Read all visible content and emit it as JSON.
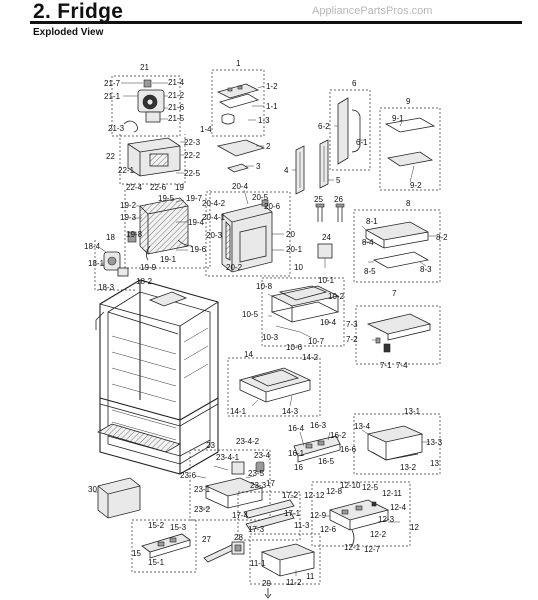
{
  "header": {
    "title": "2.  Fridge",
    "watermark": "AppliancePartsPros.com",
    "subtitle": "Exploded View"
  },
  "callouts": [
    {
      "id": "21",
      "text": "21"
    },
    {
      "id": "21-7",
      "text": "21-7"
    },
    {
      "id": "21-4",
      "text": "21-4"
    },
    {
      "id": "21-1",
      "text": "21-1"
    },
    {
      "id": "21-2",
      "text": "21-2"
    },
    {
      "id": "21-6",
      "text": "21-6"
    },
    {
      "id": "21-5",
      "text": "21-5"
    },
    {
      "id": "21-3",
      "text": "21-3"
    },
    {
      "id": "22-3",
      "text": "22-3"
    },
    {
      "id": "22-2",
      "text": "22-2"
    },
    {
      "id": "22",
      "text": "22"
    },
    {
      "id": "22-1",
      "text": "22-1"
    },
    {
      "id": "22-5",
      "text": "22-5"
    },
    {
      "id": "22-4",
      "text": "22-4"
    },
    {
      "id": "22-6",
      "text": "22-6"
    },
    {
      "id": "19",
      "text": "19"
    },
    {
      "id": "1",
      "text": "1"
    },
    {
      "id": "1-2",
      "text": "1-2"
    },
    {
      "id": "1-1",
      "text": "1-1"
    },
    {
      "id": "1-3",
      "text": "1-3"
    },
    {
      "id": "1-4",
      "text": "1-4"
    },
    {
      "id": "2",
      "text": "2"
    },
    {
      "id": "3",
      "text": "3"
    },
    {
      "id": "6",
      "text": "6"
    },
    {
      "id": "6-2",
      "text": "6-2"
    },
    {
      "id": "6-1",
      "text": "6-1"
    },
    {
      "id": "9",
      "text": "9"
    },
    {
      "id": "9-1",
      "text": "9-1"
    },
    {
      "id": "9-2",
      "text": "9-2"
    },
    {
      "id": "4",
      "text": "4"
    },
    {
      "id": "5",
      "text": "5"
    },
    {
      "id": "20-4",
      "text": "20-4"
    },
    {
      "id": "20-5",
      "text": "20-5"
    },
    {
      "id": "20-4-2",
      "text": "20-4-2"
    },
    {
      "id": "20-6",
      "text": "20-6"
    },
    {
      "id": "20-4-1",
      "text": "20-4-1"
    },
    {
      "id": "20-3",
      "text": "20-3"
    },
    {
      "id": "20",
      "text": "20"
    },
    {
      "id": "20-1",
      "text": "20-1"
    },
    {
      "id": "20-2",
      "text": "20-2"
    },
    {
      "id": "19-2",
      "text": "19-2"
    },
    {
      "id": "19-5",
      "text": "19-5"
    },
    {
      "id": "19-7",
      "text": "19-7"
    },
    {
      "id": "19-3",
      "text": "19-3"
    },
    {
      "id": "19-4",
      "text": "19-4"
    },
    {
      "id": "19-8",
      "text": "19-8"
    },
    {
      "id": "19-6",
      "text": "19-6"
    },
    {
      "id": "19-1",
      "text": "19-1"
    },
    {
      "id": "19-9",
      "text": "19-9"
    },
    {
      "id": "18",
      "text": "18"
    },
    {
      "id": "18-4",
      "text": "18-4"
    },
    {
      "id": "18-1",
      "text": "18-1"
    },
    {
      "id": "18-3",
      "text": "18-3"
    },
    {
      "id": "18-2",
      "text": "18-2"
    },
    {
      "id": "25",
      "text": "25"
    },
    {
      "id": "26",
      "text": "26"
    },
    {
      "id": "24",
      "text": "24"
    },
    {
      "id": "8",
      "text": "8"
    },
    {
      "id": "8-1",
      "text": "8-1"
    },
    {
      "id": "8-4",
      "text": "8-4"
    },
    {
      "id": "8-2",
      "text": "8-2"
    },
    {
      "id": "8-5",
      "text": "8-5"
    },
    {
      "id": "8-3",
      "text": "8-3"
    },
    {
      "id": "10",
      "text": "10"
    },
    {
      "id": "10-8",
      "text": "10-8"
    },
    {
      "id": "10-1",
      "text": "10-1"
    },
    {
      "id": "10-2",
      "text": "10-2"
    },
    {
      "id": "10-5",
      "text": "10-5"
    },
    {
      "id": "10-4",
      "text": "10-4"
    },
    {
      "id": "10-3",
      "text": "10-3"
    },
    {
      "id": "10-7",
      "text": "10-7"
    },
    {
      "id": "10-6",
      "text": "10-6"
    },
    {
      "id": "7",
      "text": "7"
    },
    {
      "id": "7-3",
      "text": "7-3"
    },
    {
      "id": "7-2",
      "text": "7-2"
    },
    {
      "id": "7-1",
      "text": "7-1"
    },
    {
      "id": "7-4",
      "text": "7-4"
    },
    {
      "id": "14",
      "text": "14"
    },
    {
      "id": "14-2",
      "text": "14-2"
    },
    {
      "id": "14-1",
      "text": "14-1"
    },
    {
      "id": "14-3",
      "text": "14-3"
    },
    {
      "id": "16-4",
      "text": "16-4"
    },
    {
      "id": "16-3",
      "text": "16-3"
    },
    {
      "id": "16-2",
      "text": "16-2"
    },
    {
      "id": "16-1",
      "text": "16-1"
    },
    {
      "id": "16-6",
      "text": "16-6"
    },
    {
      "id": "16-5",
      "text": "16-5"
    },
    {
      "id": "16",
      "text": "16"
    },
    {
      "id": "13-1",
      "text": "13-1"
    },
    {
      "id": "13-4",
      "text": "13-4"
    },
    {
      "id": "13-3",
      "text": "13-3"
    },
    {
      "id": "13-2",
      "text": "13-2"
    },
    {
      "id": "13",
      "text": "13"
    },
    {
      "id": "23",
      "text": "23"
    },
    {
      "id": "23-4-2",
      "text": "23-4-2"
    },
    {
      "id": "23-4",
      "text": "23-4"
    },
    {
      "id": "23-4-1",
      "text": "23-4-1"
    },
    {
      "id": "23-6",
      "text": "23-6"
    },
    {
      "id": "23-5",
      "text": "23-5"
    },
    {
      "id": "23-3",
      "text": "23-3"
    },
    {
      "id": "23-1",
      "text": "23-1"
    },
    {
      "id": "23-2",
      "text": "23-2"
    },
    {
      "id": "17",
      "text": "17"
    },
    {
      "id": "17-2",
      "text": "17-2"
    },
    {
      "id": "17-4",
      "text": "17-4"
    },
    {
      "id": "17-1",
      "text": "17-1"
    },
    {
      "id": "17-3",
      "text": "17-3"
    },
    {
      "id": "30",
      "text": "30"
    },
    {
      "id": "12-12",
      "text": "12-12"
    },
    {
      "id": "12-8",
      "text": "12-8"
    },
    {
      "id": "12-10",
      "text": "12-10"
    },
    {
      "id": "12-5",
      "text": "12-5"
    },
    {
      "id": "12-11",
      "text": "12-11"
    },
    {
      "id": "12-9",
      "text": "12-9"
    },
    {
      "id": "12-4",
      "text": "12-4"
    },
    {
      "id": "12-3",
      "text": "12-3"
    },
    {
      "id": "12",
      "text": "12"
    },
    {
      "id": "12-6",
      "text": "12-6"
    },
    {
      "id": "12-2",
      "text": "12-2"
    },
    {
      "id": "12-1",
      "text": "12-1"
    },
    {
      "id": "12-7",
      "text": "12-7"
    },
    {
      "id": "11-3",
      "text": "11-3"
    },
    {
      "id": "11-1",
      "text": "11-1"
    },
    {
      "id": "11-2",
      "text": "11-2"
    },
    {
      "id": "11",
      "text": "11"
    },
    {
      "id": "15-2",
      "text": "15-2"
    },
    {
      "id": "15-3",
      "text": "15-3"
    },
    {
      "id": "15",
      "text": "15"
    },
    {
      "id": "15-1",
      "text": "15-1"
    },
    {
      "id": "27",
      "text": "27"
    },
    {
      "id": "28",
      "text": "28"
    },
    {
      "id": "29",
      "text": "29"
    }
  ]
}
